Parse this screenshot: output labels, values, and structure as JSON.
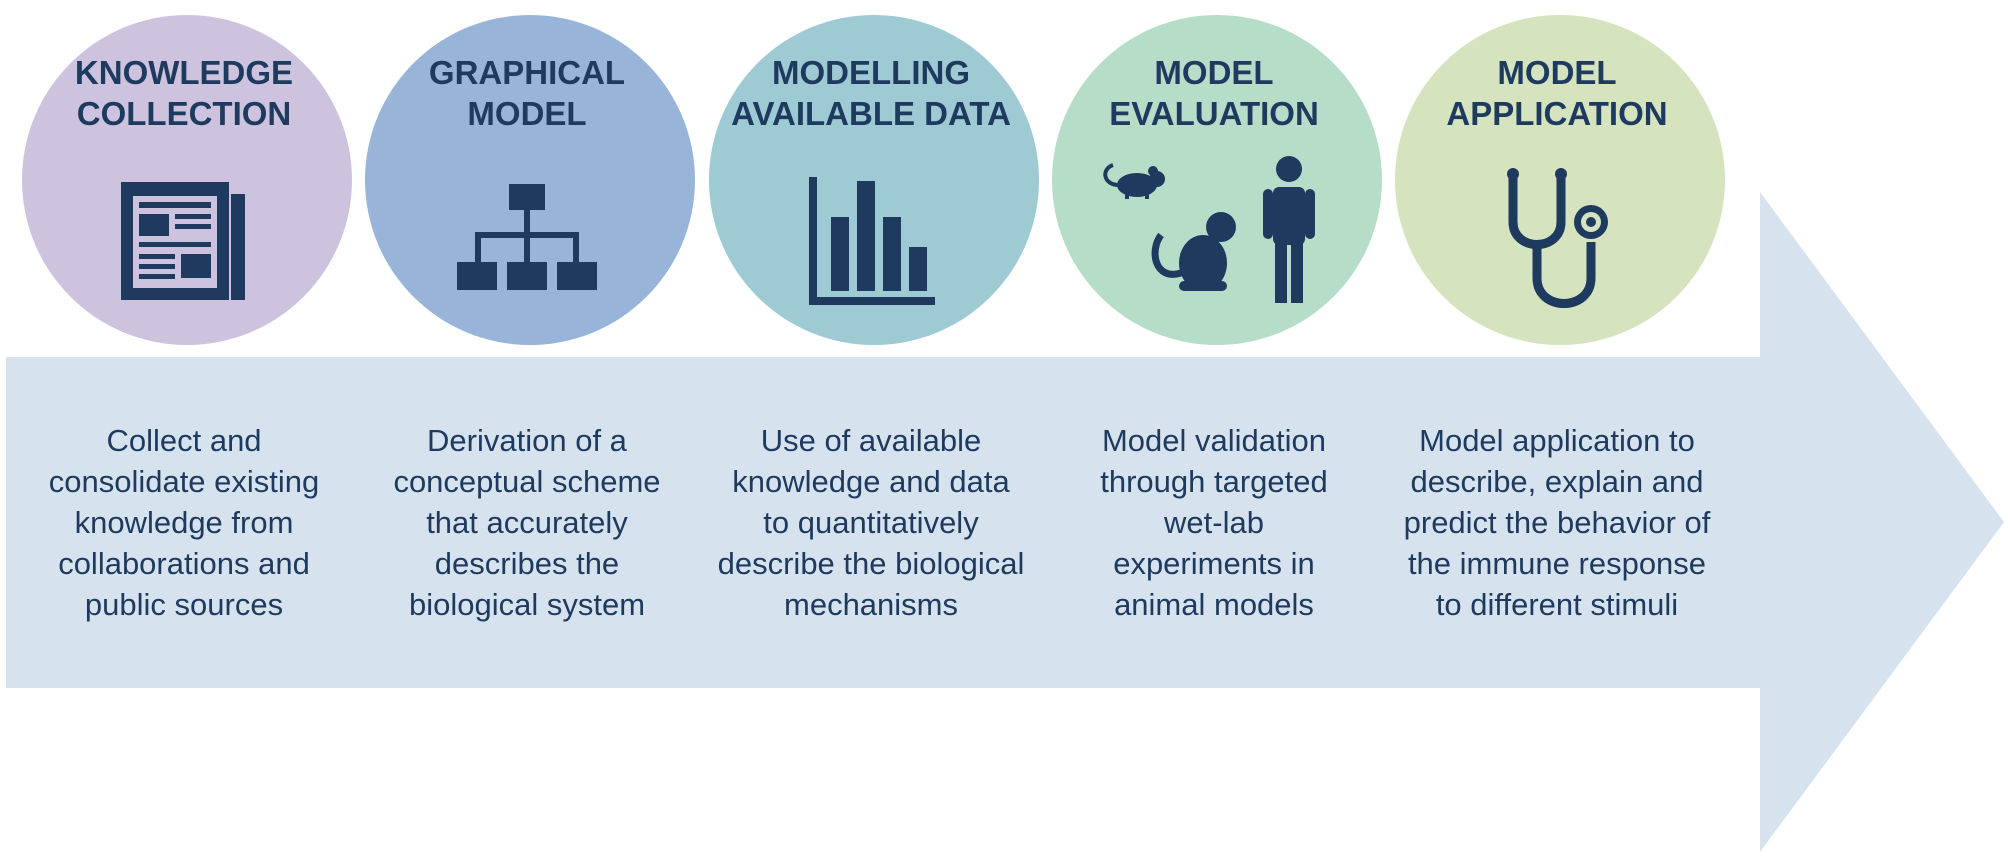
{
  "colors": {
    "arrow": "#d6e2ee",
    "text": "#1e3a5f",
    "icon": "#1e3a5f"
  },
  "steps": [
    {
      "title_lines": [
        "KNOWLEDGE",
        "COLLECTION"
      ],
      "icon": "newspaper-icon",
      "circle_color": "#cdc3de",
      "desc_lines": [
        "Collect and",
        "consolidate existing",
        "knowledge from",
        "collaborations and",
        "public sources"
      ]
    },
    {
      "title_lines": [
        "GRAPHICAL",
        "MODEL"
      ],
      "icon": "hierarchy-icon",
      "circle_color": "#98b4d9",
      "desc_lines": [
        "Derivation of a",
        "conceptual scheme",
        "that accurately",
        "describes the",
        "biological system"
      ]
    },
    {
      "title_lines": [
        "MODELLING",
        "AVAILABLE DATA"
      ],
      "icon": "bar-chart-icon",
      "circle_color": "#9dcad3",
      "desc_lines": [
        "Use of available",
        "knowledge and data",
        "to quantitatively",
        "describe the biological",
        "mechanisms"
      ]
    },
    {
      "title_lines": [
        "MODEL",
        "EVALUATION"
      ],
      "icon": "animals-human-icon",
      "circle_color": "#b6ddc8",
      "desc_lines": [
        "Model validation",
        "through targeted",
        "wet-lab",
        "experiments in",
        "animal models"
      ]
    },
    {
      "title_lines": [
        "MODEL",
        "APPLICATION"
      ],
      "icon": "stethoscope-icon",
      "circle_color": "#d5e3bf",
      "desc_lines": [
        "Model application to",
        "describe, explain and",
        "predict the behavior of",
        "the immune response",
        "to different stimuli"
      ]
    }
  ]
}
